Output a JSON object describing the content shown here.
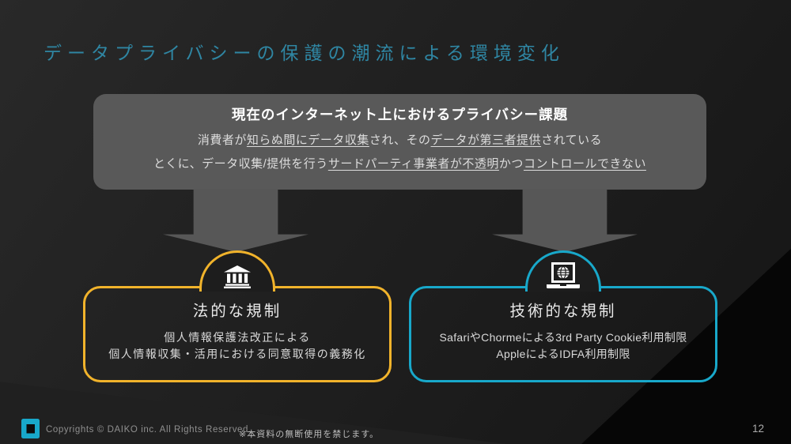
{
  "slide": {
    "title": "データプライバシーの保護の潮流による環境変化",
    "page_number": "12"
  },
  "problem_box": {
    "heading": "現在のインターネット上におけるプライバシー課題",
    "line1": {
      "seg1": "消費者が",
      "seg2": "知らぬ間にデータ収集",
      "seg3": "され、その",
      "seg4": "データが第三者提供",
      "seg5": "されている"
    },
    "line2": {
      "seg1": "とくに、データ収集/提供を行う",
      "seg2": "サードパーティ事業者が不透明",
      "seg3": "かつ",
      "seg4": "コントロールできない"
    }
  },
  "legal_box": {
    "icon": "bank-icon",
    "title": "法的な規制",
    "line1": "個人情報保護法改正による",
    "line2": "個人情報収集・活用における同意取得の義務化"
  },
  "technical_box": {
    "icon": "laptop-globe-icon",
    "title": "技術的な規制",
    "line1": "SafariやChormeによる3rd Party Cookie利用制限",
    "line2": "AppleによるIDFA利用制限"
  },
  "footer": {
    "logo_icon": "daiko-logo",
    "copyright": "Copyrights © DAIKO inc. All Rights Reserved.",
    "notice": "※本資料の無断使用を禁じます。"
  },
  "colors": {
    "title_accent": "#2F86A3",
    "legal_accent": "#F1B32B",
    "technical_accent": "#18A8CA",
    "problem_box_bg": "#595959",
    "arrow_gray": "#575757"
  }
}
